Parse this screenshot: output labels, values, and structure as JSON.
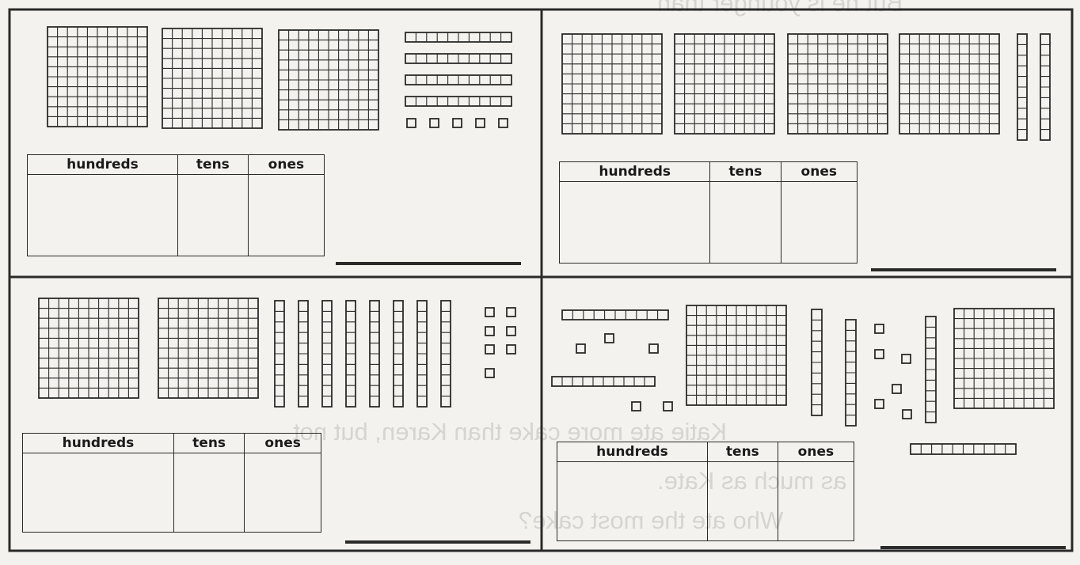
{
  "colors": {
    "ink": "#2a2a2a",
    "paper": "#f3f2ee",
    "bleed": "rgba(0,0,0,0.12)"
  },
  "bleed_through_text": [
    "But he is younger than",
    "Katie ate more cake than Karen, but not",
    "as much as Kate.",
    "Who ate the most cake?"
  ],
  "panels": [
    {
      "id": "a",
      "blocks": {
        "hundreds": 3,
        "tens": 4,
        "ones": 5
      },
      "chart": {
        "headers": [
          "hundreds",
          "tens",
          "ones"
        ],
        "values": [
          "",
          "",
          ""
        ]
      },
      "answer": ""
    },
    {
      "id": "b",
      "blocks": {
        "hundreds": 4,
        "tens": 2,
        "ones": 0
      },
      "chart": {
        "headers": [
          "hundreds",
          "tens",
          "ones"
        ],
        "values": [
          "",
          "",
          ""
        ]
      },
      "answer": ""
    },
    {
      "id": "c",
      "blocks": {
        "hundreds": 2,
        "tens": 8,
        "ones": 7
      },
      "chart": {
        "headers": [
          "hundreds",
          "tens",
          "ones"
        ],
        "values": [
          "",
          "",
          ""
        ]
      },
      "answer": ""
    },
    {
      "id": "d",
      "blocks": {
        "hundreds": 2,
        "tens": 6,
        "ones": 11
      },
      "chart": {
        "headers": [
          "hundreds",
          "tens",
          "ones"
        ],
        "values": [
          "",
          "",
          ""
        ]
      },
      "answer": ""
    }
  ]
}
